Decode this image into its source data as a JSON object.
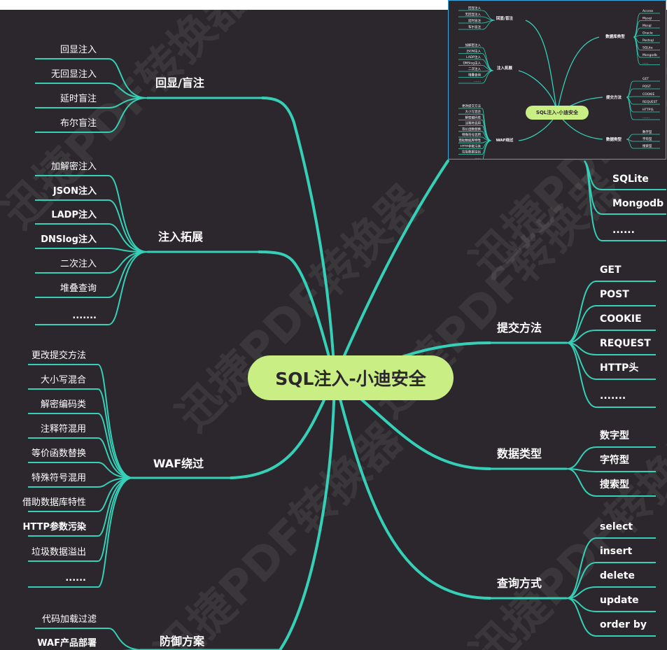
{
  "central": "SQL注入-小迪安全",
  "left_branches": {
    "echo": {
      "label": "回显/盲注",
      "items": [
        "回显注入",
        "无回显注入",
        "延时盲注",
        "布尔盲注"
      ]
    },
    "extend": {
      "label": "注入拓展",
      "items": [
        "加解密注入",
        "JSON注入",
        "LADP注入",
        "DNSlog注入",
        "二次注入",
        "堆叠查询",
        "......."
      ]
    },
    "waf": {
      "label": "WAF绕过",
      "items": [
        "更改提交方法",
        "大小写混合",
        "解密编码类",
        "注释符混用",
        "等价函数替换",
        "特殊符号混用",
        "借助数据库特性",
        "HTTP参数污染",
        "垃圾数据溢出",
        "......"
      ]
    },
    "defense": {
      "label": "防御方案",
      "items": [
        "代码加载过滤",
        "WAF产品部署"
      ]
    }
  },
  "right_branches": {
    "dbtype": {
      "label": "数据库类型",
      "visible_items": [
        "SQLite",
        "Mongodb",
        "......"
      ],
      "mini_items": [
        "Access",
        "Mysql",
        "Mssql",
        "Oracle",
        "Postsql",
        "SQLite",
        "Mongodb",
        "......"
      ]
    },
    "submit": {
      "label": "提交方法",
      "items": [
        "GET",
        "POST",
        "COOKIE",
        "REQUEST",
        "HTTP头",
        "......."
      ]
    },
    "datatype": {
      "label": "数据类型",
      "items": [
        "数字型",
        "字符型",
        "搜索型"
      ]
    },
    "query": {
      "label": "查询方式",
      "items": [
        "select",
        "insert",
        "delete",
        "update",
        "order by"
      ]
    }
  },
  "watermark": "迅捷PDF转换器",
  "colors": {
    "background": "#2b272c",
    "line": "#35d0b8",
    "central_fill": "#c9ee84",
    "text": "#ffffff",
    "minimap_border": "#3aa9e0"
  }
}
